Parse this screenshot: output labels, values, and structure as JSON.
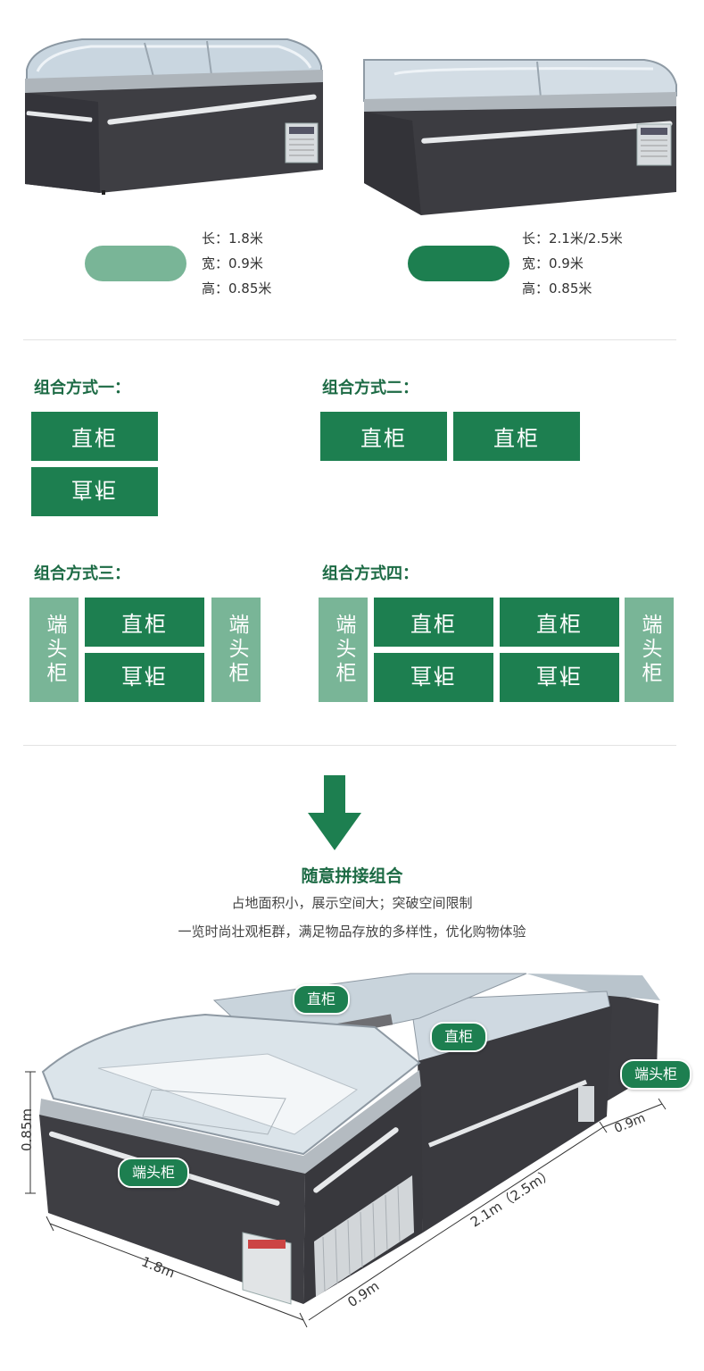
{
  "products": [
    {
      "specs": [
        "长：1.8米",
        "宽：0.9米",
        "高：0.85米"
      ],
      "pill_color": "#79b597"
    },
    {
      "specs": [
        "长：2.1米/2.5米",
        "宽：0.9米",
        "高：0.85米"
      ],
      "pill_color": "#1d7f50"
    }
  ],
  "combos": {
    "one": {
      "title": "组合方式一：",
      "straight": "直柜",
      "flipped": "直柜"
    },
    "two": {
      "title": "组合方式二：",
      "straight": "直柜"
    },
    "three": {
      "title": "组合方式三：",
      "end": "端头柜",
      "straight": "直柜",
      "flipped": "直柜"
    },
    "four": {
      "title": "组合方式四：",
      "end": "端头柜",
      "straight": "直柜",
      "flipped": "直柜"
    }
  },
  "headline": {
    "title": "随意拼接组合",
    "line1": "占地面积小，展示空间大；突破空间限制",
    "line2": "一览时尚壮观柜群，满足物品存放的多样性，优化购物体验"
  },
  "scene": {
    "tag_straight_1": "直柜",
    "tag_straight_2": "直柜",
    "tag_end_right": "端头柜",
    "tag_end_left": "端头柜",
    "dim_height": "0.85m",
    "dim_length_left": "1.8m",
    "dim_width_left": "0.9m",
    "dim_length_mid": "2.1m（2.5m）",
    "dim_width_right": "0.9m"
  },
  "colors": {
    "brand_green": "#1d7f50",
    "light_green": "#79b597",
    "title_green": "#1d6b45"
  }
}
